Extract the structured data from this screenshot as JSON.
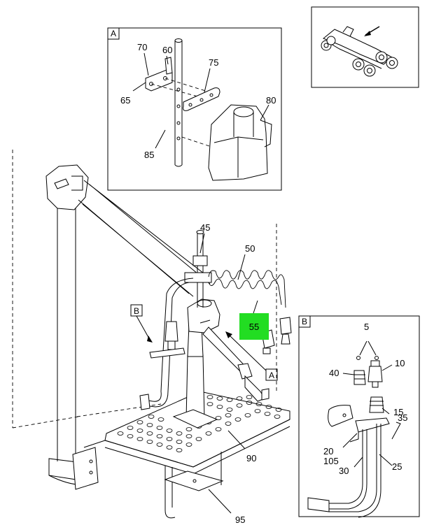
{
  "highlight_color": "#22dd22",
  "inset_a": {
    "tag": "A"
  },
  "inset_b": {
    "tag": "B"
  },
  "callouts": {
    "c5": "5",
    "c10": "10",
    "c15": "15",
    "c20": "20",
    "c25": "25",
    "c30": "30",
    "c35": "35",
    "c40": "40",
    "c45": "45",
    "c50": "50",
    "c55": "55",
    "c60": "60",
    "c65": "65",
    "c70": "70",
    "c75": "75",
    "c80": "80",
    "c85": "85",
    "c90": "90",
    "c95": "95",
    "c105": "105",
    "ref_a": "A",
    "ref_b": "B"
  }
}
